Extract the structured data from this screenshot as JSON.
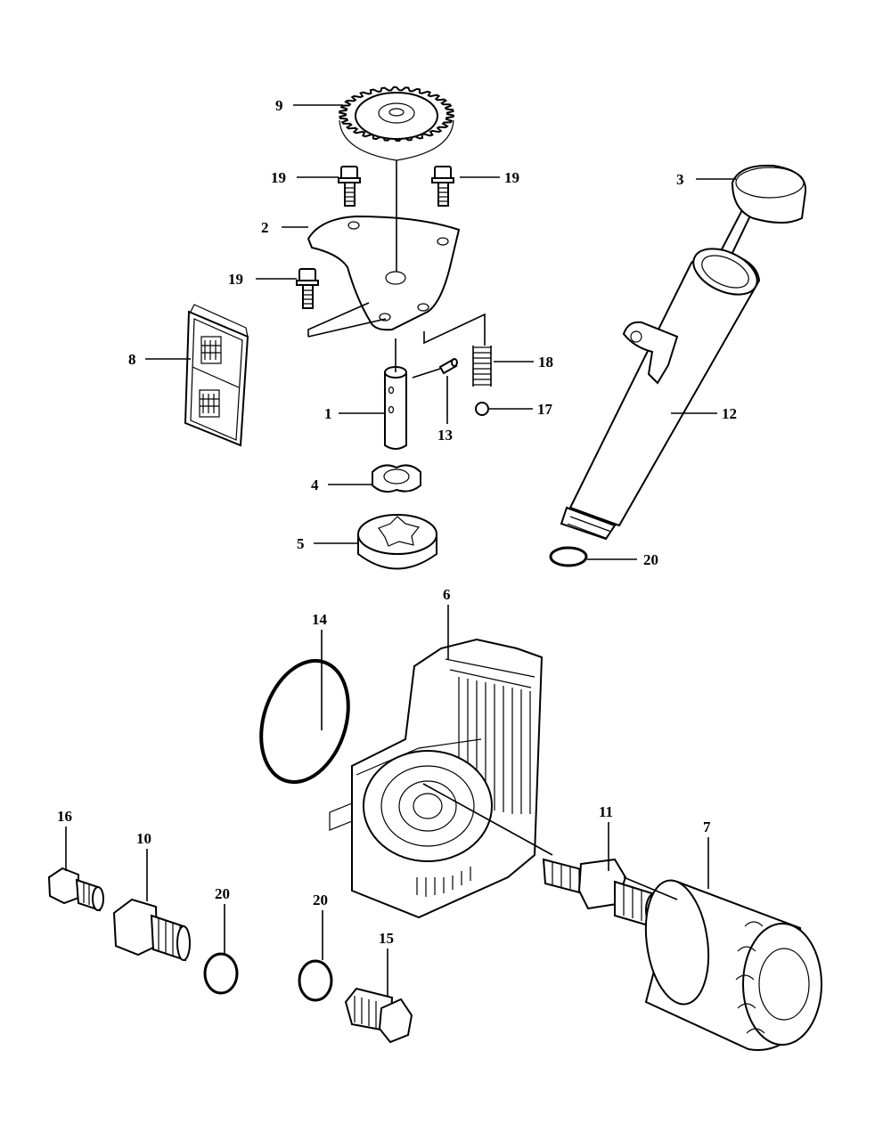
{
  "diagram": {
    "callouts": [
      {
        "id": "c1",
        "text": "1"
      },
      {
        "id": "c2",
        "text": "2"
      },
      {
        "id": "c3",
        "text": "3"
      },
      {
        "id": "c4",
        "text": "4"
      },
      {
        "id": "c5",
        "text": "5"
      },
      {
        "id": "c6",
        "text": "6"
      },
      {
        "id": "c7",
        "text": "7"
      },
      {
        "id": "c8",
        "text": "8"
      },
      {
        "id": "c9",
        "text": "9"
      },
      {
        "id": "c10",
        "text": "10"
      },
      {
        "id": "c11",
        "text": "11"
      },
      {
        "id": "c12",
        "text": "12"
      },
      {
        "id": "c13",
        "text": "13"
      },
      {
        "id": "c14",
        "text": "14"
      },
      {
        "id": "c15",
        "text": "15"
      },
      {
        "id": "c16",
        "text": "16"
      },
      {
        "id": "c17",
        "text": "17"
      },
      {
        "id": "c18",
        "text": "18"
      },
      {
        "id": "c19a",
        "text": "19"
      },
      {
        "id": "c19b",
        "text": "19"
      },
      {
        "id": "c19c",
        "text": "19"
      },
      {
        "id": "c20a",
        "text": "20"
      },
      {
        "id": "c20b",
        "text": "20"
      },
      {
        "id": "c20c",
        "text": "20"
      }
    ]
  }
}
